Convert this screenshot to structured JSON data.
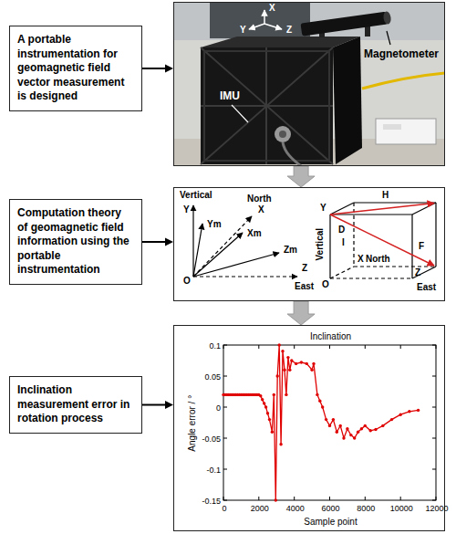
{
  "diagram": {
    "nodes": [
      {
        "text": [
          "A portable instrumentation for geomagnetic field vector measurement is designed"
        ]
      },
      {
        "text": [
          "X",
          "Y",
          "Z",
          "Magnetometer",
          "IMU"
        ]
      },
      {
        "text": [
          "Computation theory of geomagnetic field information using the portable instrumentation"
        ]
      },
      {
        "text": [
          "Vertical",
          "Y",
          "Ym",
          "North",
          "X",
          "Xm",
          "Zm",
          "O",
          "East",
          "Z",
          "Y",
          "Vertical",
          "H",
          "D",
          "I",
          "North",
          "X",
          "F",
          "O",
          "Z",
          "East"
        ]
      },
      {
        "text": [
          "Inclination measurement error in rotation process"
        ]
      },
      {
        "text": [
          "Inclination",
          "Angle error / °",
          "Sample point",
          "0",
          "2000",
          "4000",
          "6000",
          "8000",
          "10000",
          "12000",
          "0.1",
          "0.05",
          "0",
          "-0.05",
          "-0.1",
          "-0.15"
        ]
      }
    ],
    "edges": [
      {
        "from": 0,
        "to": 1,
        "arrow": "to"
      },
      {
        "from": 1,
        "to": 3,
        "arrow": "to"
      },
      {
        "from": 2,
        "to": 3,
        "arrow": "to"
      },
      {
        "from": 3,
        "to": 5,
        "arrow": "to"
      },
      {
        "from": 4,
        "to": 5,
        "arrow": "to"
      }
    ]
  }
}
